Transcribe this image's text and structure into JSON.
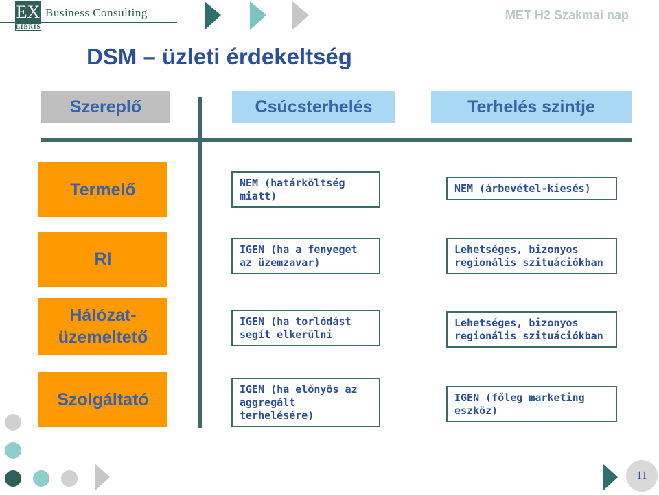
{
  "header": {
    "logo_ex": "EX",
    "logo_libris": "LIBRIS",
    "logo_text": "Business Consulting",
    "right_title": "MET H2 Szakmai nap"
  },
  "title": "DSM – üzleti érdekeltség",
  "columns": [
    "Szereplő",
    "Csúcsterhelés",
    "Terhelés szintje"
  ],
  "rows": [
    {
      "role": "Termelő",
      "peak": "NEM (határköltség\nmiatt)",
      "level": "NEM (árbevétel-kiesés)"
    },
    {
      "role": "RI",
      "peak": "IGEN (ha a fenyeget\naz üzemzavar)",
      "level": "Lehetséges, bizonyos\nregionális szituációkban"
    },
    {
      "role": "Hálózat-\nüzemeltető",
      "peak": "IGEN (ha torlódást\nsegít elkerülni",
      "level": "Lehetséges, bizonyos\nregionális szituációkban"
    },
    {
      "role": "Szolgáltató",
      "peak": "IGEN (ha előnyös az\naggregált\nterhelésére)",
      "level": "IGEN (főleg marketing\neszköz)"
    }
  ],
  "footer": {
    "page_number": "11"
  },
  "colors": {
    "accent_teal": "#2f5e5b",
    "role_orange": "#ff9900",
    "header_blue": "#a8d8f4",
    "header_gray": "#bfbfbf",
    "text_blue": "#2a5099"
  }
}
